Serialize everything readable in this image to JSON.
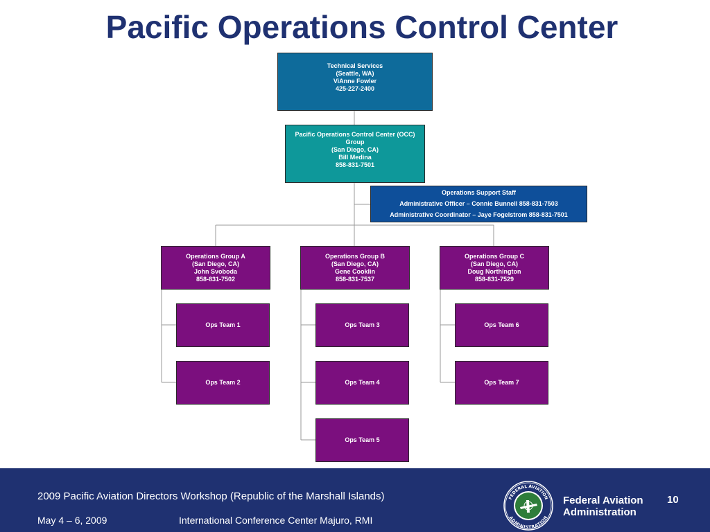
{
  "title": "Pacific Operations Control Center",
  "technical_services": [
    "Technical Services",
    "(Seattle, WA)",
    "ViAnne Fowler",
    "425-227-2400"
  ],
  "occ": [
    "Pacific Operations Control Center (OCC)",
    "Group",
    "(San Diego, CA)",
    "Bill Medina",
    "858-831-7501"
  ],
  "support_staff": [
    "Operations Support Staff",
    "Administrative Officer – Connie Bunnell 858-831-7503",
    "Administrative Coordinator – Jaye Fogelstrom 858-831-7501"
  ],
  "groups": [
    {
      "lines": [
        "Operations Group A",
        "(San Diego, CA)",
        "John Svoboda",
        "858-831-7502"
      ],
      "teams": [
        "Ops Team 1",
        "Ops Team 2"
      ]
    },
    {
      "lines": [
        "Operations Group B",
        "(San Diego, CA)",
        "Gene Cooklin",
        "858-831-7537"
      ],
      "teams": [
        "Ops Team 3",
        "Ops Team 4",
        "Ops Team 5"
      ]
    },
    {
      "lines": [
        "Operations Group C",
        "(San Diego, CA)",
        "Doug Northington",
        "858-831-7529"
      ],
      "teams": [
        "Ops Team 6",
        "Ops Team 7"
      ]
    }
  ],
  "footer": {
    "workshop": "2009 Pacific Aviation Directors Workshop (Republic of the Marshall Islands)",
    "date": "May 4 – 6, 2009",
    "venue": "International Conference Center Majuro, RMI",
    "agency_line1": "Federal Aviation",
    "agency_line2": "Administration",
    "page_number": "10",
    "seal_text_top": "FEDERAL AVIATION",
    "seal_text_bottom": "ADMINISTRATION"
  },
  "colors": {
    "title": "#1f3171",
    "technical_services_box": "#0e6b9b",
    "occ_box": "#0e989a",
    "support_staff_box": "#0e4f9a",
    "group_box": "#7b0f7e",
    "footer_band": "#1f3171"
  }
}
